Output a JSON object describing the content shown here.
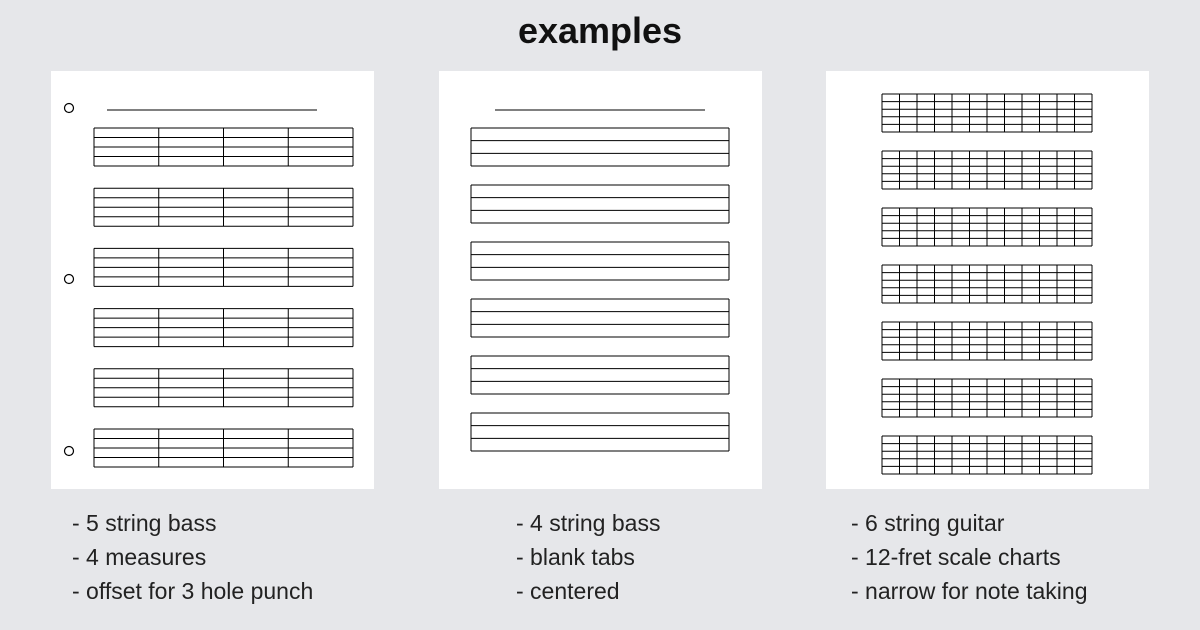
{
  "title": "examples",
  "examples": [
    {
      "id": "bass-5-string",
      "strings": 5,
      "measures": 4,
      "staves": 6,
      "hole_punch": 3,
      "notes": [
        "- 5 string bass",
        "- 4 measures",
        "- offset for 3 hole punch"
      ]
    },
    {
      "id": "bass-4-string",
      "strings": 4,
      "measures": 1,
      "staves": 6,
      "notes": [
        "- 4 string bass",
        "- blank tabs",
        "- centered"
      ]
    },
    {
      "id": "guitar-6-string",
      "strings": 6,
      "frets": 12,
      "charts": 7,
      "notes": [
        "- 6 string guitar",
        "- 12-fret scale charts",
        "- narrow for note taking"
      ]
    }
  ]
}
